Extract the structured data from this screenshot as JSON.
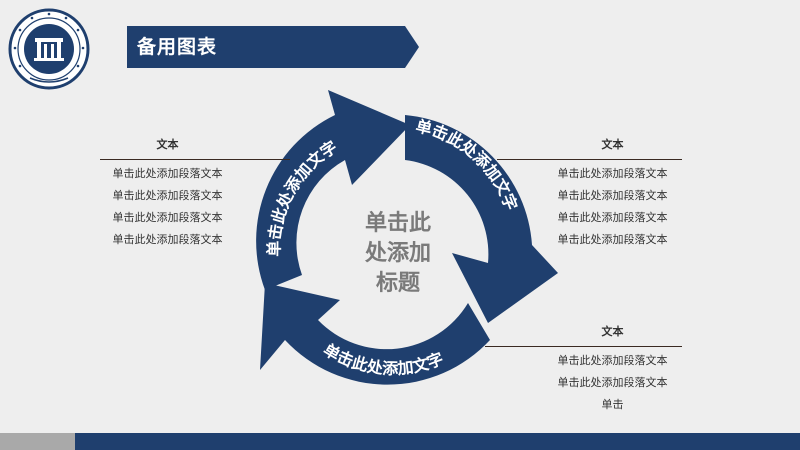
{
  "header": {
    "title": "备用图表"
  },
  "cycle": {
    "center_lines": [
      "单击此",
      "处添加",
      "标题"
    ],
    "arrow_labels": [
      "单击此处添加文字",
      "单击此处添加文字",
      "单击此处添加文字"
    ]
  },
  "left_block": {
    "heading": "文本",
    "items": [
      "单击此处添加段落文本",
      "单击此处添加段落文本",
      "单击此处添加段落文本",
      "单击此处添加段落文本"
    ]
  },
  "right_top_block": {
    "heading": "文本",
    "items": [
      "单击此处添加段落文本",
      "单击此处添加段落文本",
      "单击此处添加段落文本",
      "单击此处添加段落文本"
    ]
  },
  "right_bottom_block": {
    "heading": "文本",
    "items": [
      "单击此处添加段落文本",
      "单击此处添加段落文本",
      "单击"
    ]
  },
  "colors": {
    "primary": "#1f3f6e",
    "accent_line": "#3a2a22",
    "background": "#eeeeee",
    "footer_grey": "#a9a9a9"
  }
}
